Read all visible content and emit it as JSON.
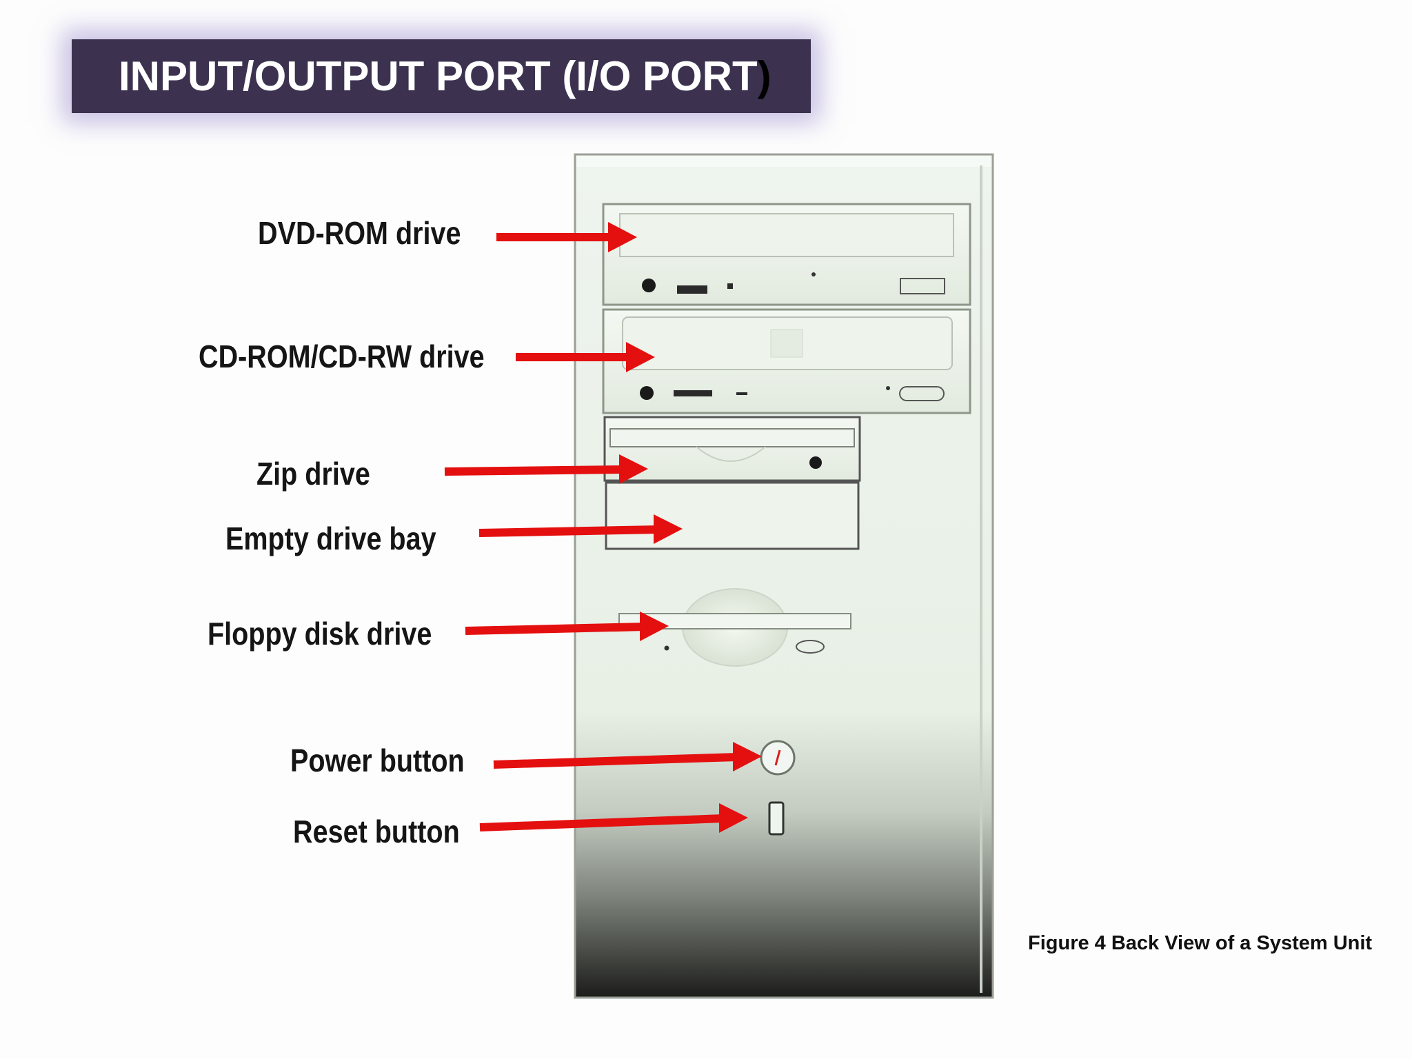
{
  "slide": {
    "title_main": "INPUT/OUTPUT PORT (I/O PORT",
    "title_close": ")",
    "caption": "Figure 4 Back View of a System Unit"
  },
  "labels": {
    "dvd_rom": "DVD-ROM drive",
    "cd_rom": "CD-ROM/CD-RW drive",
    "zip": "Zip drive",
    "empty_bay": "Empty drive bay",
    "floppy": "Floppy disk drive",
    "power": "Power button",
    "reset": "Reset button"
  },
  "colors": {
    "title_bg": "#3c3250",
    "title_glow": "#9b8ccd",
    "arrow": "#e41010",
    "case": "#eaf2ea",
    "case_bottom": "#1a1a18"
  }
}
